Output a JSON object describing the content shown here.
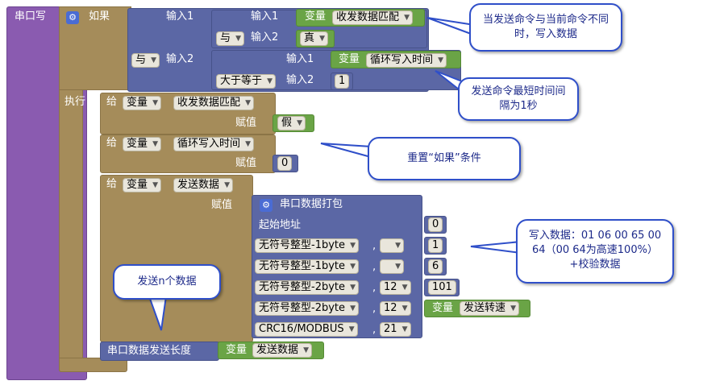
{
  "blocks": {
    "proc_title": "串口写",
    "if_label": "如果",
    "exec_label": "执行",
    "input1": "输入1",
    "input2": "输入2",
    "and_op": "与",
    "var_label": "变量",
    "recv_match": "收发数据匹配",
    "true_val": "真",
    "false_val": "假",
    "loop_time": "循环写入时间",
    "gte_op": "大于等于",
    "num_1": "1",
    "set_label": "给",
    "assign_label": "赋值",
    "send_data": "发送数据",
    "num_0": "0",
    "pack_title": "串口数据打包",
    "start_addr": "起始地址",
    "u1byte": "无符号整型-1byte",
    "u2byte": "无符号整型-2byte",
    "crc": "CRC16/MODBUS",
    "comma": ",",
    "val_1": "1",
    "val_6": "6",
    "val_101": "101",
    "val_12a": "12",
    "val_12b": "12",
    "val_21": "21",
    "send_speed": "发送转速",
    "send_len": "串口数据发送长度"
  },
  "comments": {
    "c1": "当发送命令与当前命令不同时，写入数据",
    "c2": "发送命令最短时间间隔为1秒",
    "c3": "重置“如果”条件",
    "c4": "写入数据：01 06 00 65 00 64（00 64为高速100%）+校验数据",
    "c5": "发送n个数据"
  },
  "colors": {
    "procedure": "#8a5bb0",
    "control": "#a58c5a",
    "logic": "#5b67a5",
    "variable": "#6aa446",
    "comment_border": "#2f4fc9"
  }
}
